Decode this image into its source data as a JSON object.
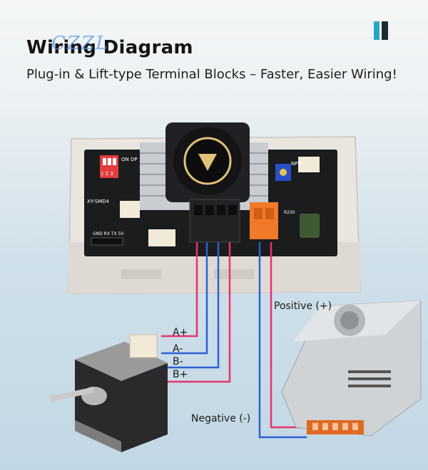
{
  "header": {
    "title": "Wiring Diagram",
    "subtitle": "Plug-in & Lift-type Terminal Blocks – Faster, Easier Wiring!",
    "watermark": "CZZL"
  },
  "board": {
    "dip_label": "ON DP",
    "dip_numbers": "1 2 3",
    "model_label": "XY-SMD4",
    "pins_label": "GND RX TX 5V",
    "sensor_label": "NPN",
    "resistor_text": "R220"
  },
  "wiring": {
    "a_plus": "A+",
    "a_minus": "A-",
    "b_minus": "B-",
    "b_plus": "B+",
    "positive": "Positive (+)",
    "negative": "Negative (-)"
  },
  "colors": {
    "red_wire": "#e8336e",
    "blue_wire": "#2f5fd6",
    "board_case": "#e9e6e0",
    "pcb": "#1b1c1e",
    "terminal_orange": "#f07a2a",
    "accent_teal": "#2aa6c4"
  },
  "icons": [
    "fan-icon",
    "stepper-motor-icon",
    "power-supply-icon",
    "terminal-block-icon"
  ]
}
